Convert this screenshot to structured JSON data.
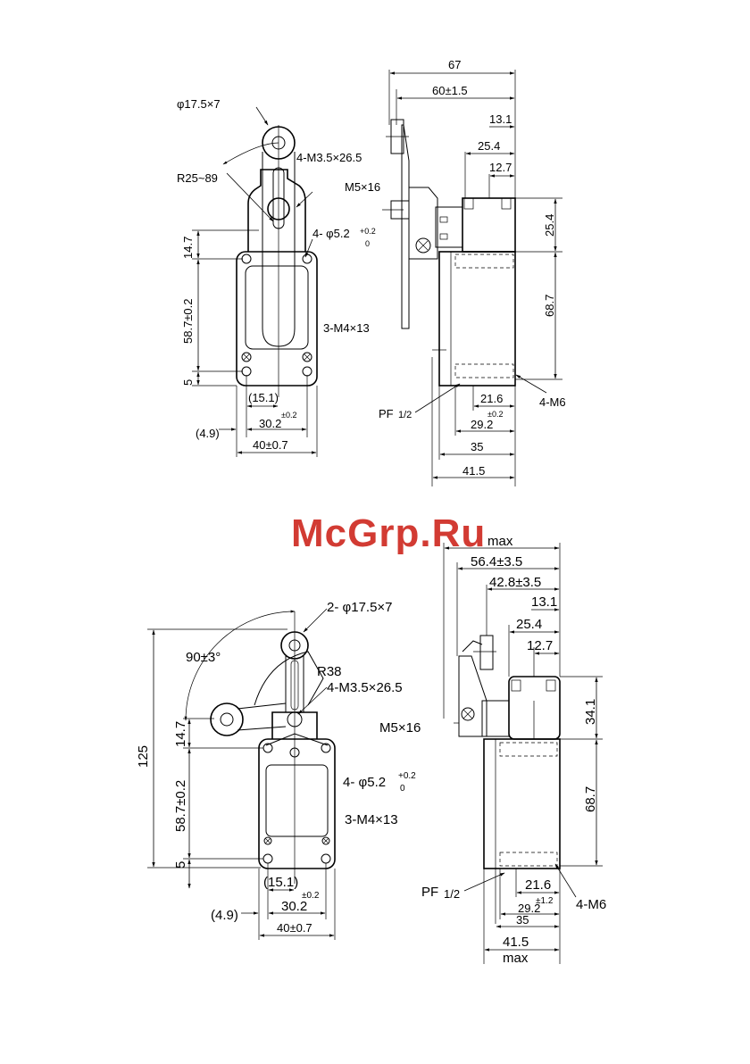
{
  "watermark": "McGrp.Ru",
  "top": {
    "front": {
      "roller": "φ17.5×7",
      "radius": "R25~89",
      "screws_lever": "4-M3.5×26.5",
      "mount_holes": "4- φ5.2",
      "tol_upper": "+0.2",
      "tol_lower": "0",
      "screws_cover": "3-M4×13",
      "h_14_7": "14.7",
      "h_58_7": "58.7±0.2",
      "h_5": "5",
      "w_15_1": "(15.1)",
      "w_30_2": "30.2",
      "w_30_2_tol": "±0.2",
      "w_4_9": "(4.9)",
      "w_40": "40±0.7"
    },
    "side": {
      "d_67": "67",
      "d_60": "60±1.5",
      "d_13_1": "13.1",
      "d_25_4h": "25.4",
      "d_12_7": "12.7",
      "bolt": "M5×16",
      "v_25_4": "25.4",
      "v_68_7": "68.7",
      "pf": "PF",
      "pf_frac": "1/2",
      "m6": "4-M6",
      "d_21_6": "21.6",
      "d_29_2": "29.2",
      "d_29_2_tol": "±0.2",
      "d_35": "35",
      "d_41_5": "41.5"
    }
  },
  "bottom": {
    "front": {
      "roller": "2- φ17.5×7",
      "angle": "90±3°",
      "radius": "R38",
      "screws_lever": "4-M3.5×26.5",
      "mount_holes": "4- φ5.2",
      "tol_upper": "+0.2",
      "tol_lower": "0",
      "screws_cover": "3-M4×13",
      "h_125": "125",
      "h_14_7": "14.7",
      "h_58_7": "58.7±0.2",
      "h_5": "5",
      "w_15_1": "(15.1)",
      "w_30_2": "30.2",
      "w_30_2_tol": "±0.2",
      "w_4_9": "(4.9)",
      "w_40": "40±0.7"
    },
    "side": {
      "max_top": "max",
      "d_56_4": "56.4±3.5",
      "d_42_8": "42.8±3.5",
      "d_13_1": "13.1",
      "d_25_4h": "25.4",
      "d_12_7": "12.7",
      "bolt": "M5×16",
      "v_34_1": "34.1",
      "v_68_7": "68.7",
      "pf": "PF",
      "pf_frac": "1/2",
      "m6": "4-M6",
      "d_21_6": "21.6",
      "d_29_2": "29.2",
      "d_29_2_tol": "±1.2",
      "d_35": "35",
      "d_41_5": "41.5",
      "max_bottom": "max"
    }
  }
}
